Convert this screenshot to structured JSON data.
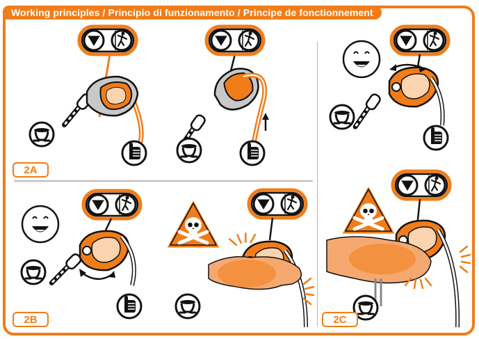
{
  "title": "Working principles / Principio di funzionamento / Principe de fonctionnement",
  "panels": {
    "a": {
      "label": "2A"
    },
    "b": {
      "label": "2B"
    },
    "c": {
      "label": "2C"
    }
  },
  "colors": {
    "accent": "#f07d1a",
    "ink": "#111111",
    "skin": "#f5a870",
    "rope": "#ffffff"
  },
  "icons": [
    "belay-triangle-icon",
    "climber-icon",
    "harness-icon",
    "thumbs-up-hand-icon",
    "smiley-face-icon",
    "skull-warning-icon",
    "rotation-arrow-icon"
  ]
}
